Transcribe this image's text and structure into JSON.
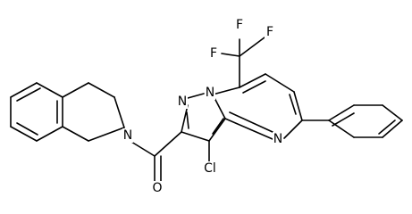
{
  "molecule": {
    "atoms": {
      "f_top": "F",
      "f_left": "F",
      "f_right": "F",
      "n_tiq": "N",
      "n_bridge": "N",
      "n_pyrazole": "N",
      "n_pyrimidine": "N",
      "o_carbonyl": "O",
      "cl": "Cl"
    }
  }
}
